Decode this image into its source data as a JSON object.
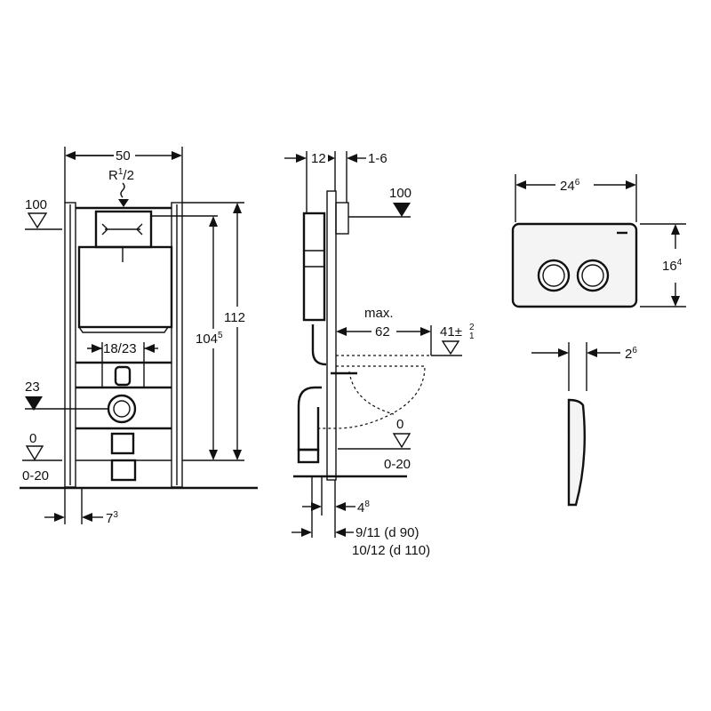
{
  "front_view": {
    "width": "50",
    "thread_r": "R",
    "thread_sup": "1",
    "thread_frac": "/2",
    "level_top": "100",
    "height_total": "112",
    "height_inner": "104",
    "height_inner_sup": "5",
    "spacing": "18/23",
    "level_drain": "23",
    "level_zero": "0",
    "floor_range": "0-20",
    "foot_offset": "7",
    "foot_offset_sup": "3"
  },
  "side_view": {
    "depth": "12",
    "wall_gap": "1-6",
    "level_top": "100",
    "max_label": "max.",
    "bowl_length": "62",
    "seat_height": "41",
    "seat_tol_sign": "±",
    "seat_tol_plus": "2",
    "seat_tol_minus": "1",
    "level_zero": "0",
    "floor_range": "0-20",
    "pipe_offset": "4",
    "pipe_offset_sup": "8",
    "pipe_dim_90": "9/11 (d 90)",
    "pipe_dim_110": "10/12 (d 110)"
  },
  "flush_plate": {
    "width": "24",
    "width_sup": "6",
    "height": "16",
    "height_sup": "4",
    "thickness": "2",
    "thickness_sup": "6"
  }
}
